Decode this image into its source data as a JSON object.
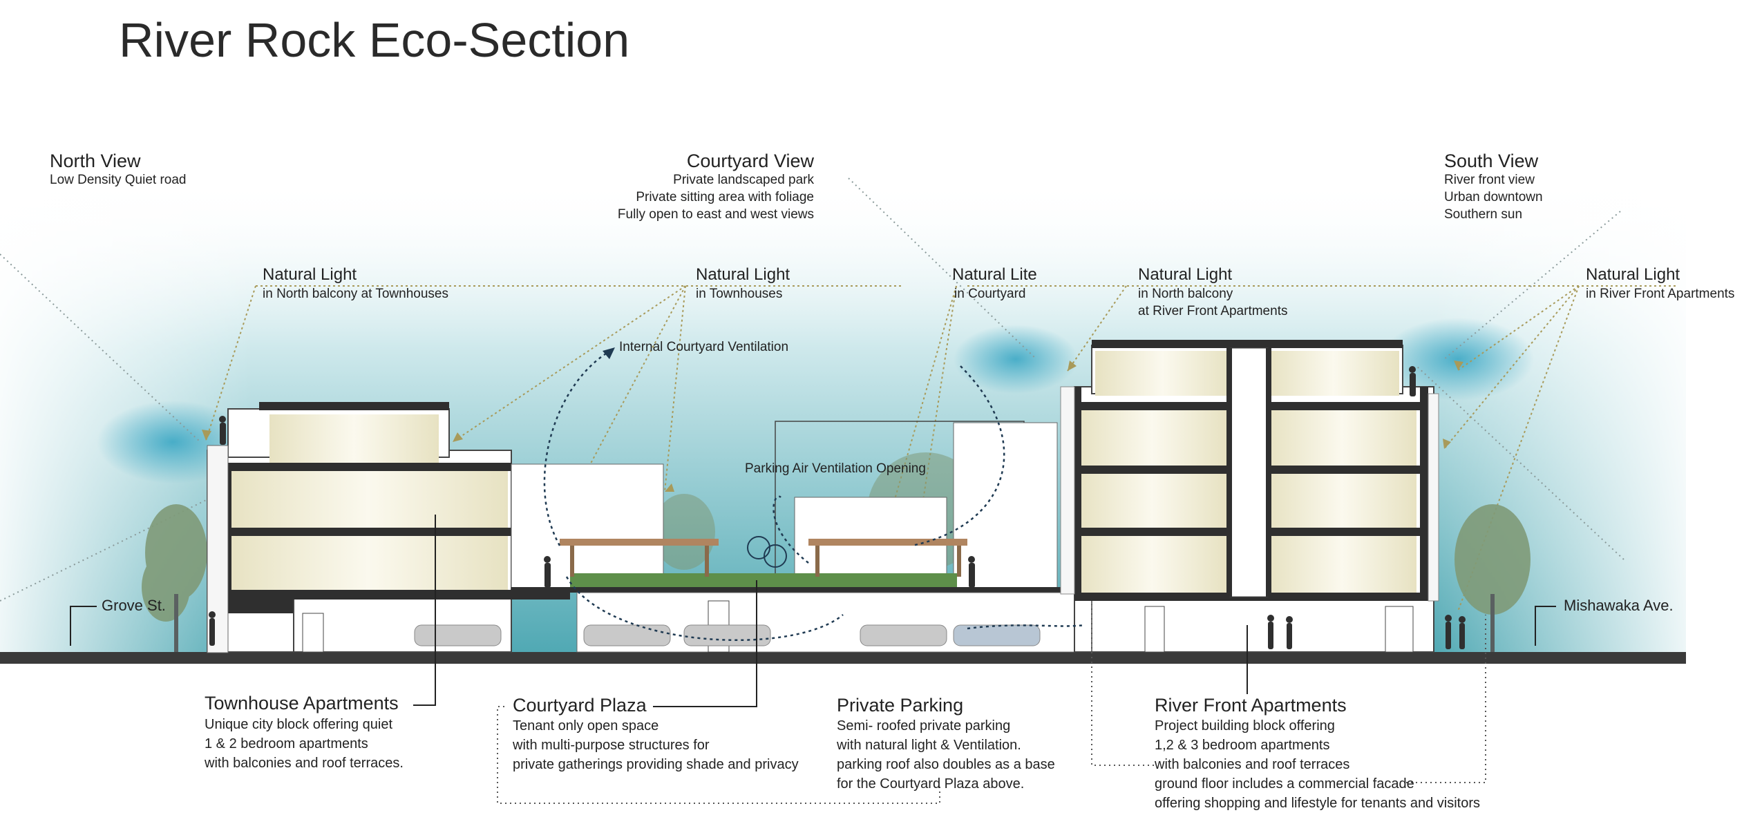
{
  "title": "River Rock Eco-Section",
  "views": {
    "north": {
      "heading": "North View",
      "lines": [
        "Low Density Quiet road"
      ]
    },
    "courtyard": {
      "heading": "Courtyard View",
      "lines": [
        "Private landscaped park",
        "Private sitting area with foliage",
        "Fully open to east and west views"
      ]
    },
    "south": {
      "heading": "South View",
      "lines": [
        "River front view",
        "Urban downtown",
        "Southern sun"
      ]
    }
  },
  "lights": [
    {
      "heading": "Natural Light",
      "lines": [
        "in North balcony at Townhouses"
      ]
    },
    {
      "heading": "Natural Light",
      "lines": [
        "in Townhouses"
      ]
    },
    {
      "heading": "Natural Lite",
      "lines": [
        "in Courtyard"
      ]
    },
    {
      "heading": "Natural Light",
      "lines": [
        "in North balcony",
        "at River Front Apartments"
      ]
    },
    {
      "heading": "Natural Light",
      "lines": [
        "in River Front Apartments"
      ]
    }
  ],
  "ventilation": {
    "courtyard": "Internal Courtyard Ventilation",
    "parking": "Parking Air Ventilation Opening"
  },
  "streets": {
    "west": "Grove St.",
    "east": "Mishawaka Ave."
  },
  "blocks": [
    {
      "heading": "Townhouse Apartments",
      "lines": [
        "Unique city block offering quiet",
        "1 & 2 bedroom apartments",
        "with balconies and roof terraces."
      ]
    },
    {
      "heading": "Courtyard Plaza",
      "lines": [
        "Tenant only open space",
        "with multi-purpose structures for",
        "private gatherings providing shade and privacy"
      ]
    },
    {
      "heading": "Private Parking",
      "lines": [
        "Semi- roofed private parking",
        "with natural light & Ventilation.",
        "parking roof also doubles as a base",
        "for the Courtyard Plaza above."
      ]
    },
    {
      "heading": "River Front Apartments",
      "lines": [
        "Project building block offering",
        "1,2 & 3 bedroom apartments",
        "with balconies and roof terraces",
        "ground floor includes a commercial facade",
        "offering shopping and lifestyle for tenants and visitors"
      ]
    }
  ],
  "colors": {
    "sky": "#5bb5c0",
    "ground": "#3a3a3a",
    "tree": "#7f9a78",
    "wall": "#f3efd8",
    "slab": "#2f2f2f",
    "annotation": "#a89a5a",
    "vent": "#1f3a52"
  }
}
